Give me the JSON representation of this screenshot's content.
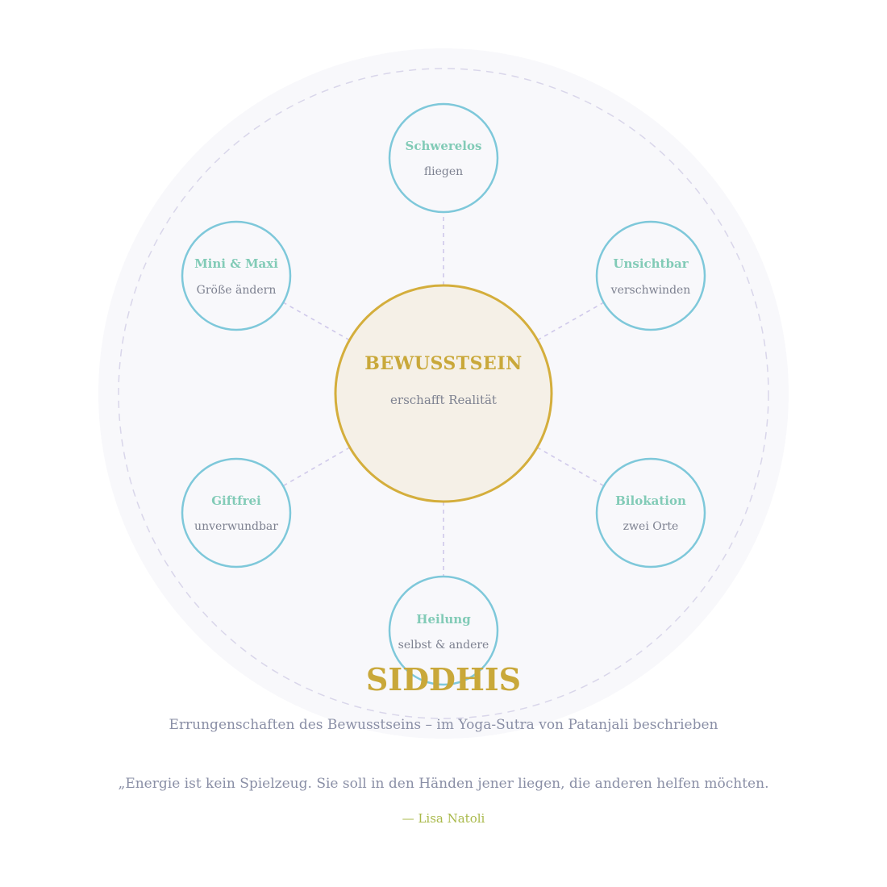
{
  "center": {
    "title": "BEWUSSTSEIN",
    "subtitle": "erschafft Realität"
  },
  "nodes": [
    {
      "title": "Schwerelos",
      "subtitle": "fliegen"
    },
    {
      "title": "Unsichtbar",
      "subtitle": "verschwinden"
    },
    {
      "title": "Bilokation",
      "subtitle": "zwei Orte"
    },
    {
      "title": "Heilung",
      "subtitle": "selbst & andere"
    },
    {
      "title": "Giftfrei",
      "subtitle": "unverwundbar"
    },
    {
      "title": "Mini & Maxi",
      "subtitle": "Größe ändern"
    }
  ],
  "heading": {
    "title": "SIDDHIS",
    "subtitle": "Errungenschaften des Bewusstseins – im Yoga-Sutra von Patanjali beschrieben"
  },
  "quote": {
    "text": "„Energie ist kein Spielzeug. Sie soll in den Händen jener liegen, die anderen helfen möchten.",
    "author": "— Lisa Natoli"
  },
  "colors": {
    "background_disc": "#f8f8fb",
    "dashed_ring": "#d9d6ea",
    "connector": "#cfc8ea",
    "center_stroke": "#d4ae3c",
    "center_fill": "#f5f0e7",
    "center_text": "#c9a83a",
    "node_stroke": "#7ec8da",
    "node_title": "#82cbb7",
    "node_sub": "#7d8190",
    "heading": "#c9a83a",
    "subtitle": "#8a8fa6",
    "author": "#a9b94a"
  }
}
